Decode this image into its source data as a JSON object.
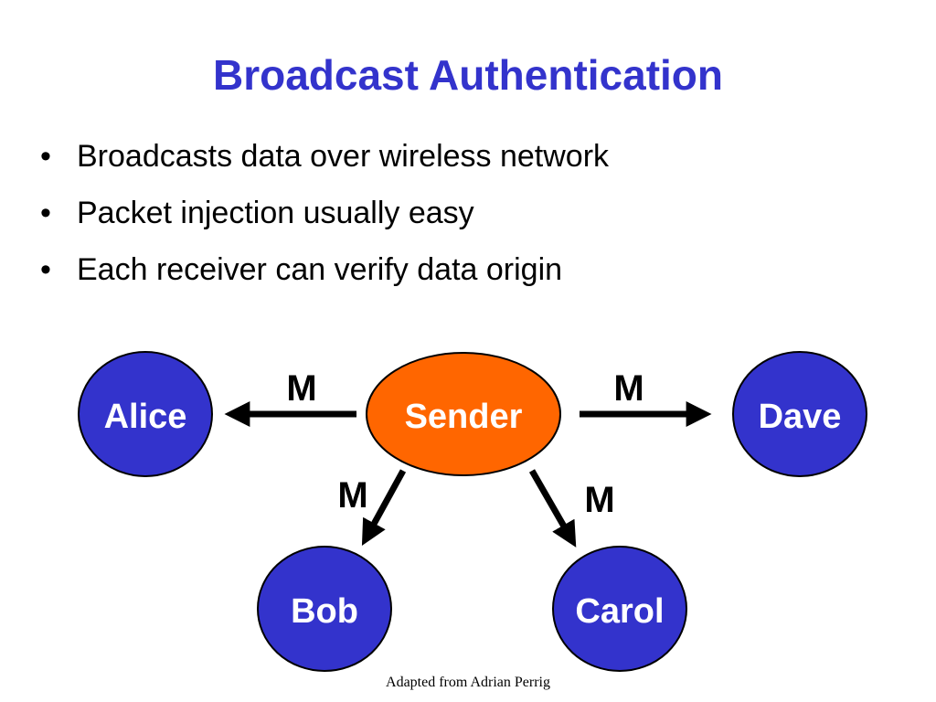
{
  "slide": {
    "title": "Broadcast Authentication",
    "bullets": [
      "Broadcasts data over wireless network",
      "Packet injection usually easy",
      "Each receiver can verify data origin"
    ],
    "footer": "Adapted from Adrian Perrig"
  },
  "diagram": {
    "nodes": {
      "sender": "Sender",
      "alice": "Alice",
      "dave": "Dave",
      "bob": "Bob",
      "carol": "Carol"
    },
    "edge_label": "M",
    "colors": {
      "title": "#3333cc",
      "receiver_fill": "#3333cc",
      "sender_fill": "#ff6600",
      "outline": "#000000",
      "arrow": "#000000"
    }
  }
}
